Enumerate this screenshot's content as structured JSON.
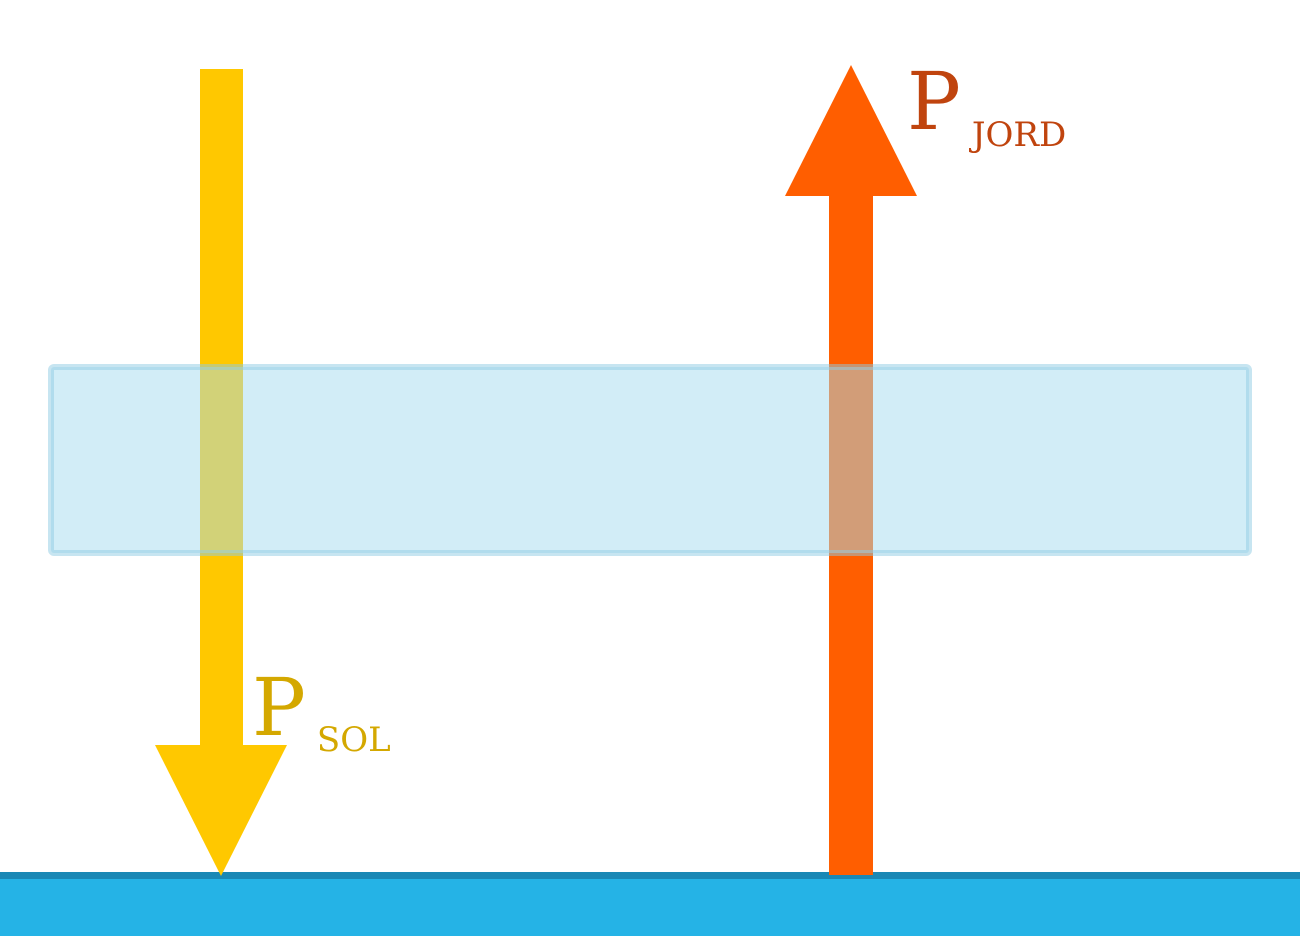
{
  "labels": {
    "sun": {
      "main": "P",
      "sub": "SOL"
    },
    "earth": {
      "main": "P",
      "sub": "JORD"
    }
  },
  "colors": {
    "sun_arrow": "#ffc800",
    "sun_label": "#d4a800",
    "earth_arrow": "#ff5e00",
    "earth_label": "#c0440e",
    "layer_fill": "#c6e8f5",
    "layer_stroke": "#b2d9ea",
    "ground": "#25b3e6",
    "ground_edge": "#1a88b5"
  }
}
